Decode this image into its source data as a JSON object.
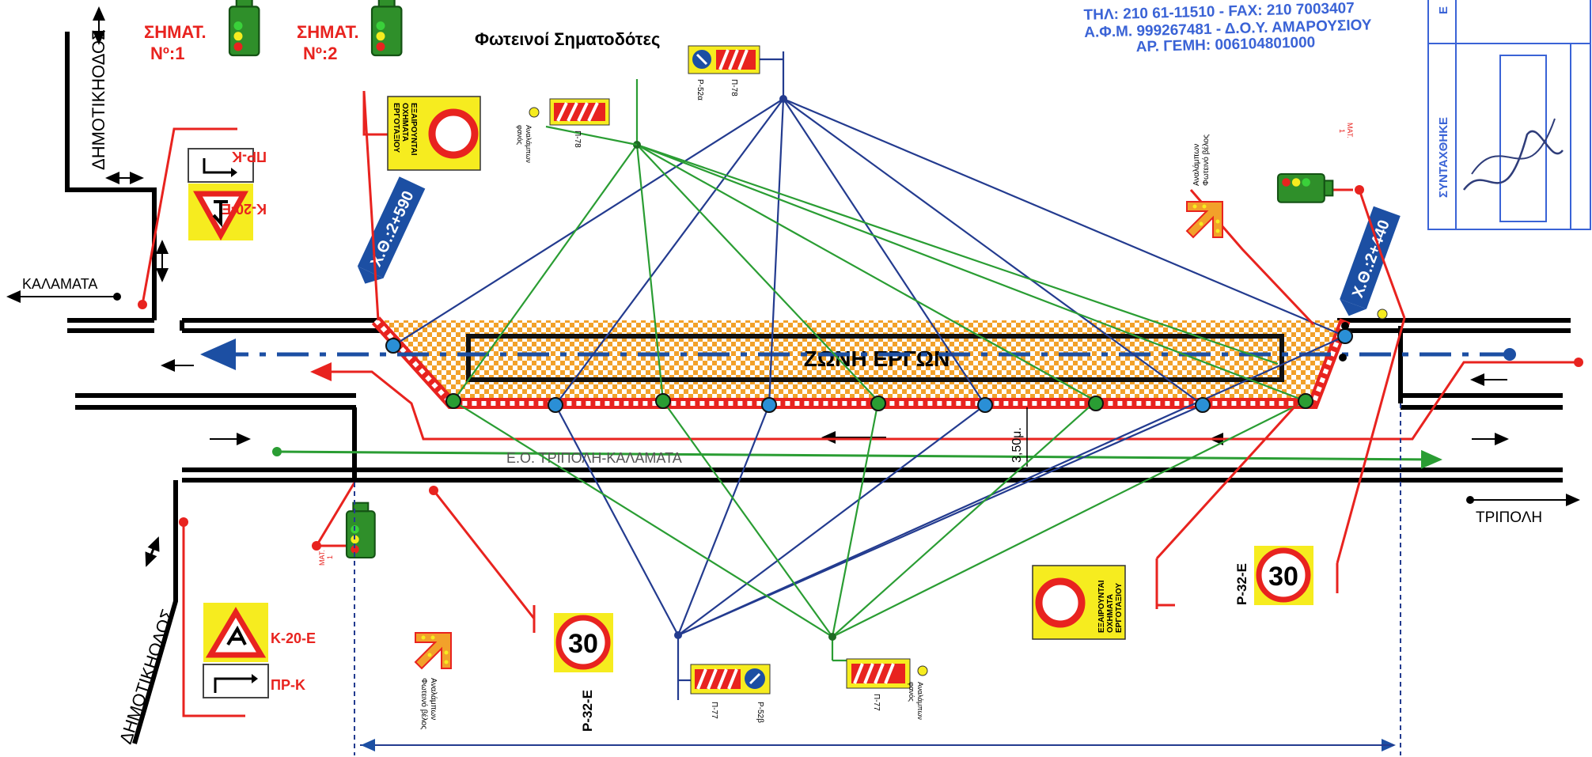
{
  "header": {
    "title": "Φωτεινοί Σηματοδότες",
    "signal1_label": [
      "ΣΗΜΑΤ.",
      "Νº:1"
    ],
    "signal2_label": [
      "ΣΗΜΑΤ.",
      "Νº:2"
    ]
  },
  "stamp": {
    "phone": "ΤΗΛ: 210 61-11510 - FAX: 210 7003407",
    "afm": "Α.Φ.Μ. 999267481 - Δ.Ο.Υ. ΑΜΑΡΟΥΣΙΟΥ",
    "gemi": "ΑΡ. ΓΕΜΗ: 006104801000"
  },
  "title_block": {
    "label": "ΣΥΝΤΑΧΘΗΚΕ",
    "top_letter": "Ε"
  },
  "roads": {
    "side_road_top": "ΔΗΜΟΤΙΚΗΟΔΟΣ",
    "side_road_bottom": "ΔΗΜΟΤΙΚΗΟΔΟΣ",
    "kalamata": "ΚΑΛΑΜΑΤΑ",
    "tripoli": "ΤΡΙΠΟΛΗ",
    "main_road": "Ε.Ο. ΤΡΙΠΟΛΗ-ΚΑΛΑΜΑΤΑ"
  },
  "zone": {
    "label": "ΖΩΝΗ ΕΡΓΩΝ",
    "width_label": "3,50μ.",
    "chainage_left": "Χ.Θ.:2+590",
    "chainage_right": "Χ.Θ.:2+440"
  },
  "signs": {
    "k_prk_top": "ΠΡ-Κ",
    "k20_top": "Κ-20-Ε",
    "k20_bottom": "Κ-20-Ε",
    "k_prk_bottom": "ΠΡ-Κ",
    "p32_left": "Ρ-32-Ε",
    "p32_right": "Ρ-32-Ε",
    "speed_limit": "30",
    "excluded_text": [
      "ΕΞΑΙΡΟΥΝΤΑΙ",
      "ΟΧΗΜΑΤΑ",
      "ΕΡΓΟΤΑΞΙΟΥ"
    ],
    "p52a": "Ρ-52α",
    "p78_top": "Π-78",
    "p78_left": "Π-78",
    "p77_a": "Π-77",
    "p52b": "Ρ-52β",
    "p77_b": "Π-77",
    "flash_lamp_top": [
      "Αναλάμπων",
      "φανός"
    ],
    "flash_lamp_bottom": [
      "Αναλάμπων",
      "φανός"
    ],
    "flash_arrow_right": [
      "Αναλάμπων",
      "Φωτεινό βέλος"
    ],
    "flash_arrow_left": [
      "Αναλάμπων",
      "Φωτεινό βέλος"
    ],
    "sig_small_right": [
      "ΜΑΤ.",
      "1"
    ],
    "sig_small_left": [
      "ΜΑΤ.",
      "1"
    ]
  },
  "colors": {
    "red": "#e8231f",
    "blue_line": "#233b8f",
    "green_line": "#2a9d33",
    "zone_orange": "#f2a12a",
    "sign_yellow": "#f6ec1f",
    "chainage_blue": "#1c4fa3"
  }
}
